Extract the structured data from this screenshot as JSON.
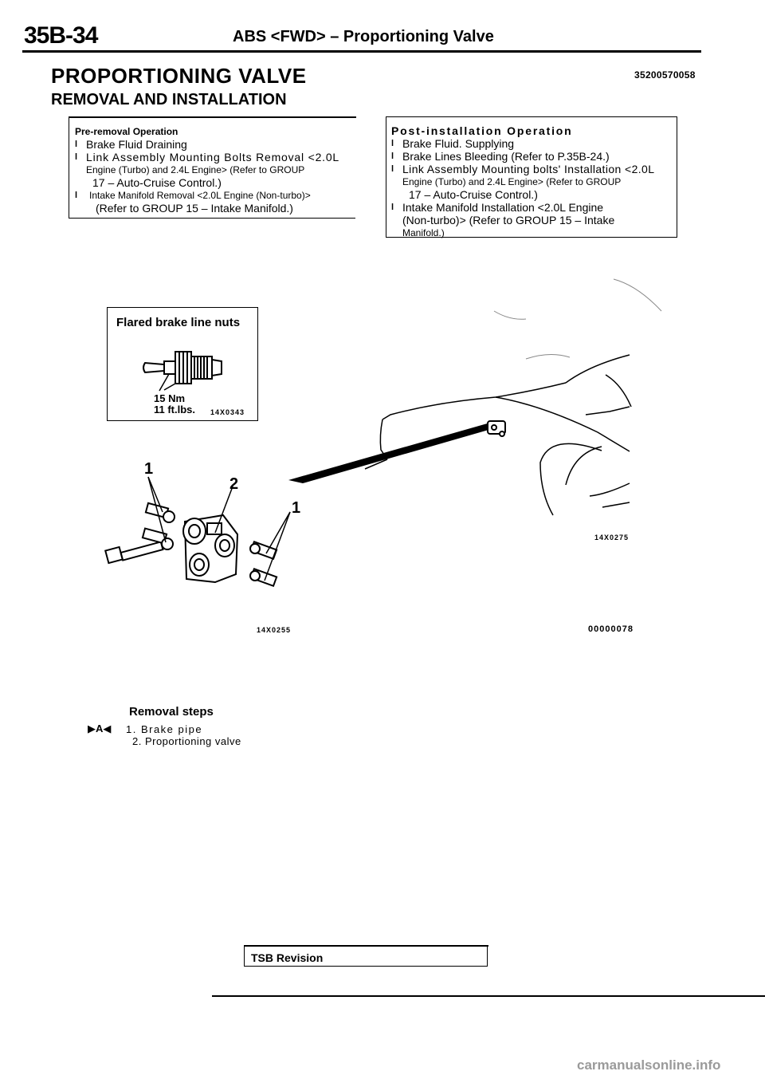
{
  "header": {
    "page_number": "35B-34",
    "title": "ABS <FWD> – Proportioning Valve"
  },
  "section": {
    "title": "PROPORTIONING VALVE",
    "code": "35200570058",
    "subtitle": "REMOVAL AND INSTALLATION"
  },
  "pre_removal": {
    "heading": "Pre-removal Operation",
    "items": [
      "Brake Fluid Draining",
      "Link Assembly Mounting Bolts Removal <2.0L",
      "Engine (Turbo) and 2.4L Engine> (Refer to GROUP",
      "17 – Auto-Cruise Control.)",
      "Intake Manifold Removal <2.0L Engine (Non-turbo)>",
      "(Refer to GROUP 15 – Intake Manifold.)"
    ]
  },
  "post_installation": {
    "heading": "Post-installation Operation",
    "items": [
      "Brake Fluid. Supplying",
      "Brake Lines Bleeding (Refer to P.35B-24.)",
      "Link Assembly Mounting bolts' Installation <2.0L",
      "Engine (Turbo) and 2.4L Engine> (Refer to GROUP",
      "17 – Auto-Cruise Control.)",
      "Intake Manifold Installation <2.0L Engine",
      "(Non-turbo)> (Refer to GROUP 15 – Intake",
      "Manifold.)"
    ]
  },
  "figure": {
    "inset_label": "Flared brake line nuts",
    "torque_nm": "15 Nm",
    "torque_ftlbs": "11 ft.lbs.",
    "inset_code": "14X0343",
    "car_code": "14X0275",
    "parts_code": "14X0255",
    "figure_id": "00000078",
    "callout_1a": "1",
    "callout_2": "2",
    "callout_1b": "1"
  },
  "removal_steps": {
    "title": "Removal steps",
    "marker": "▶A◀",
    "steps": [
      "1. Brake pipe",
      "2. Proportioning valve"
    ]
  },
  "footer": {
    "tsb": "TSB Revision",
    "watermark": "carmanualsonline.info"
  }
}
